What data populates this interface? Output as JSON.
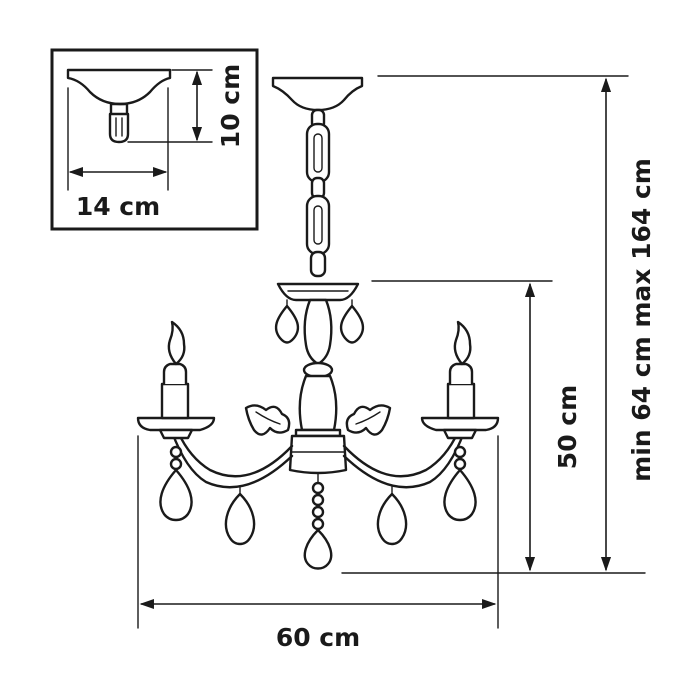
{
  "inset": {
    "height_label": "10 cm",
    "width_label": "14 cm"
  },
  "dimensions": {
    "width_label": "60 cm",
    "body_height_label": "50 cm",
    "total_height_label": "min 64 cm max 164 cm"
  },
  "colors": {
    "line": "#1a1a1a",
    "background": "#ffffff"
  }
}
